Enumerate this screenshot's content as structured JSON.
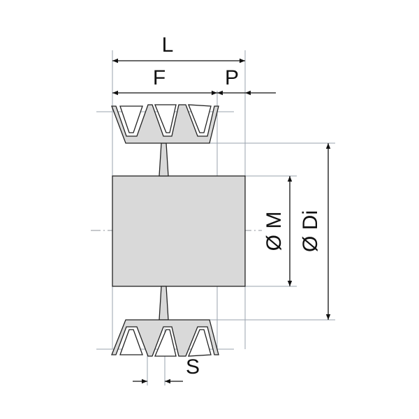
{
  "labels": {
    "length": "L",
    "face_width": "F",
    "offset": "P",
    "bore_diameter": "Ø M",
    "inner_diameter": "Ø Di",
    "groove_spacing": "S"
  },
  "colors": {
    "body_fill": "#d9d9d9",
    "outline": "#222222",
    "dimension_line": "#111111",
    "extension_line": "#9aa3ad"
  }
}
